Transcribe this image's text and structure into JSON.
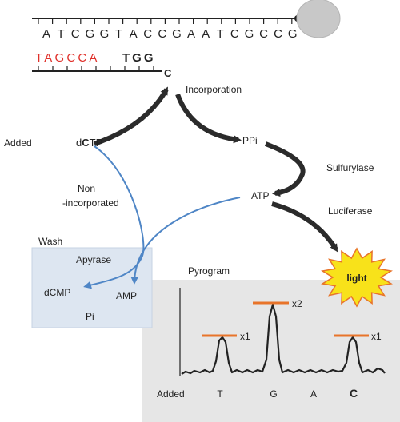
{
  "dna": {
    "template_bases": [
      "A",
      "T",
      "C",
      "G",
      "G",
      "T",
      "A",
      "C",
      "C",
      "G",
      "A",
      "A",
      "T",
      "C",
      "G",
      "C",
      "C",
      "G"
    ],
    "primer_red": "TAGCCA",
    "primer_black": "TGG",
    "incoming_base": "C"
  },
  "labels": {
    "added": "Added",
    "nucleotide_prefix": "d",
    "nucleotide_base": "C",
    "nucleotide_suffix": "TP",
    "incorporation": "Incorporation",
    "ppi": "PPi",
    "sulfurylase": "Sulfurylase",
    "atp": "ATP",
    "luciferase": "Luciferase",
    "light": "light",
    "non_incorporated_1": "Non",
    "non_incorporated_2": "-incorporated",
    "wash": "Wash",
    "apyrase": "Apyrase",
    "dcmp": "dCMP",
    "amp": "AMP",
    "pi": "Pi",
    "pyrogram": "Pyrogram"
  },
  "pyrogram": {
    "added_label": "Added",
    "dispensations": [
      "T",
      "G",
      "A",
      "C"
    ],
    "peaks": [
      {
        "base": "T",
        "multiplier": "x1"
      },
      {
        "base": "G",
        "multiplier": "x2"
      },
      {
        "base": "C",
        "multiplier": "x1"
      }
    ]
  },
  "colors": {
    "primer_red": "#e0302a",
    "blue_arrow": "#4f86c6",
    "wash_box": "#dde6f1",
    "pyrogram_bg": "#e6e6e6",
    "peak_marker": "#e8742a",
    "light_fill": "#f8e21a",
    "light_stroke": "#e8742a",
    "bead": "#c8c8c8"
  }
}
